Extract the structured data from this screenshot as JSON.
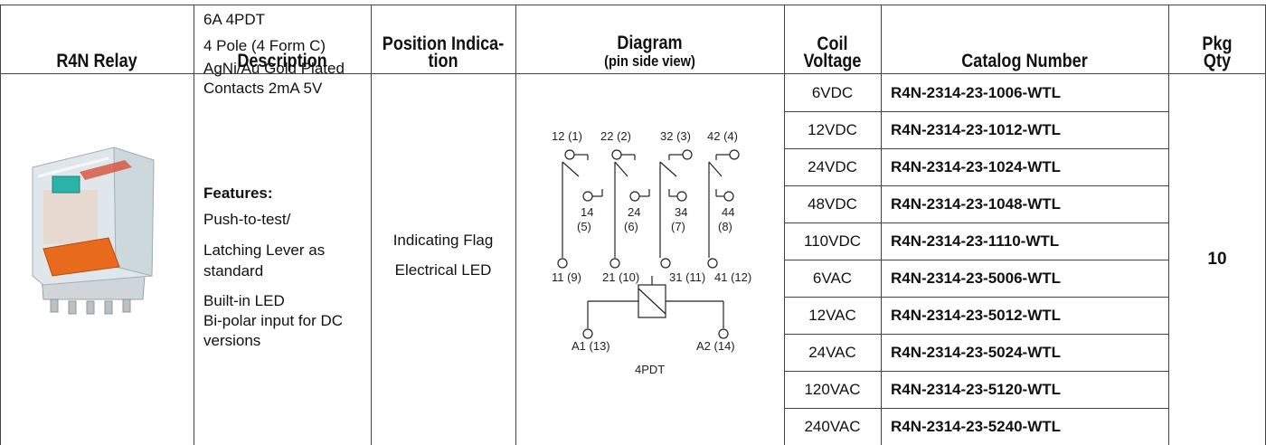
{
  "table": {
    "headers": {
      "relay": "R4N Relay",
      "description": "Description",
      "position_line1": "Position Indica-",
      "position_line2": "tion",
      "diagram_line1": "Diagram",
      "diagram_line2": "(pin side view)",
      "coil_line1": "Coil",
      "coil_line2": "Voltage",
      "catalog": "Catalog Number",
      "pkg_line1": "Pkg",
      "pkg_line2": "Qty"
    },
    "description": {
      "lines": [
        "6A 4PDT",
        "4 Pole (4 Form C)",
        "AgNi/Au Gold Plated",
        "Contacts 2mA 5V"
      ],
      "features_label": "Features:",
      "features": [
        "Push-to-test/",
        "Latching Lever as",
        "standard",
        "Built-in LED",
        "Bi-polar input for DC",
        "versions"
      ]
    },
    "position_indication": [
      "Indicating Flag",
      "Electrical LED"
    ],
    "diagram": {
      "top_pins": [
        "12 (1)",
        "22 (2)",
        "32 (3)",
        "42 (4)"
      ],
      "mid_pins_a": [
        "14",
        "24",
        "34",
        "44"
      ],
      "mid_pins_b": [
        "(5)",
        "(6)",
        "(7)",
        "(8)"
      ],
      "bottom_pins": [
        "11 (9)",
        "21 (10)",
        "31 (11)",
        "41 (12)"
      ],
      "coil_pins": [
        "A1 (13)",
        "A2 (14)"
      ],
      "caption": "4PDT"
    },
    "rows": [
      {
        "voltage": "6VDC",
        "catalog": "R4N-2314-23-1006-WTL"
      },
      {
        "voltage": "12VDC",
        "catalog": "R4N-2314-23-1012-WTL"
      },
      {
        "voltage": "24VDC",
        "catalog": "R4N-2314-23-1024-WTL"
      },
      {
        "voltage": "48VDC",
        "catalog": "R4N-2314-23-1048-WTL"
      },
      {
        "voltage": "110VDC",
        "catalog": "R4N-2314-23-1110-WTL"
      },
      {
        "voltage": "6VAC",
        "catalog": "R4N-2314-23-5006-WTL"
      },
      {
        "voltage": "12VAC",
        "catalog": "R4N-2314-23-5012-WTL"
      },
      {
        "voltage": "24VAC",
        "catalog": "R4N-2314-23-5024-WTL"
      },
      {
        "voltage": "120VAC",
        "catalog": "R4N-2314-23-5120-WTL"
      },
      {
        "voltage": "240VAC",
        "catalog": "R4N-2314-23-5240-WTL"
      }
    ],
    "pkg_qty": "10"
  },
  "colors": {
    "relay_case": "#dfe7ea",
    "relay_lever": "#e86a1c",
    "relay_button": "#2bb3a8",
    "relay_base": "#cfd5d8",
    "border": "#444444"
  }
}
